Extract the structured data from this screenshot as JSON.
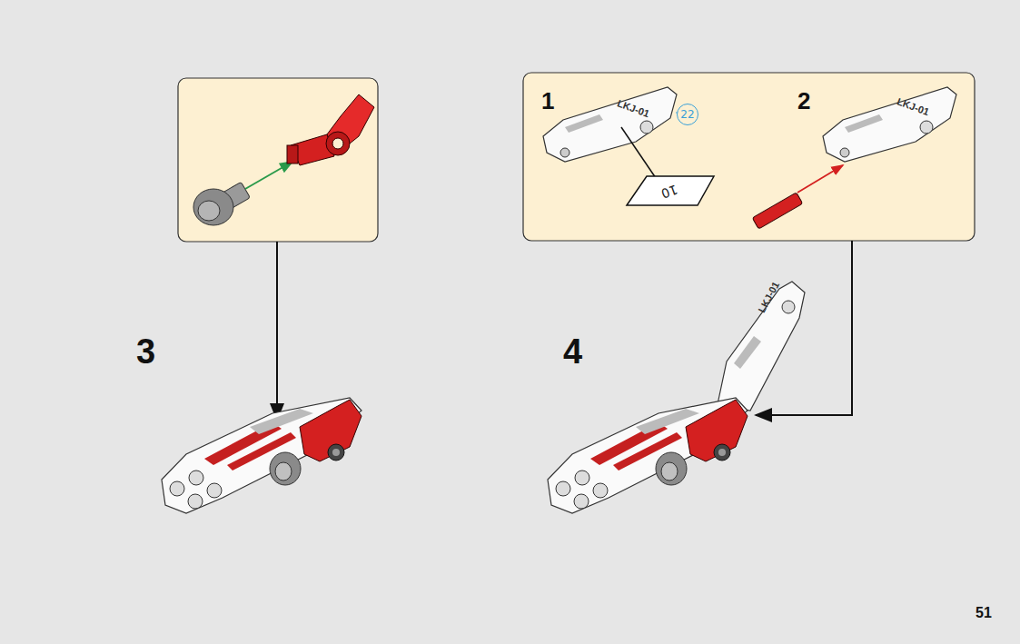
{
  "diagram": {
    "nodes": [
      {
        "text": [
          "1",
          "2"
        ]
      },
      {
        "text": [
          "22"
        ],
        "in": 0
      },
      {
        "text": [
          "10"
        ],
        "in": 0
      }
    ],
    "edges": [],
    "labels": [
      "3",
      "4",
      "LKJ-01",
      "LKJ-01",
      "LKJ-01",
      "51"
    ]
  }
}
